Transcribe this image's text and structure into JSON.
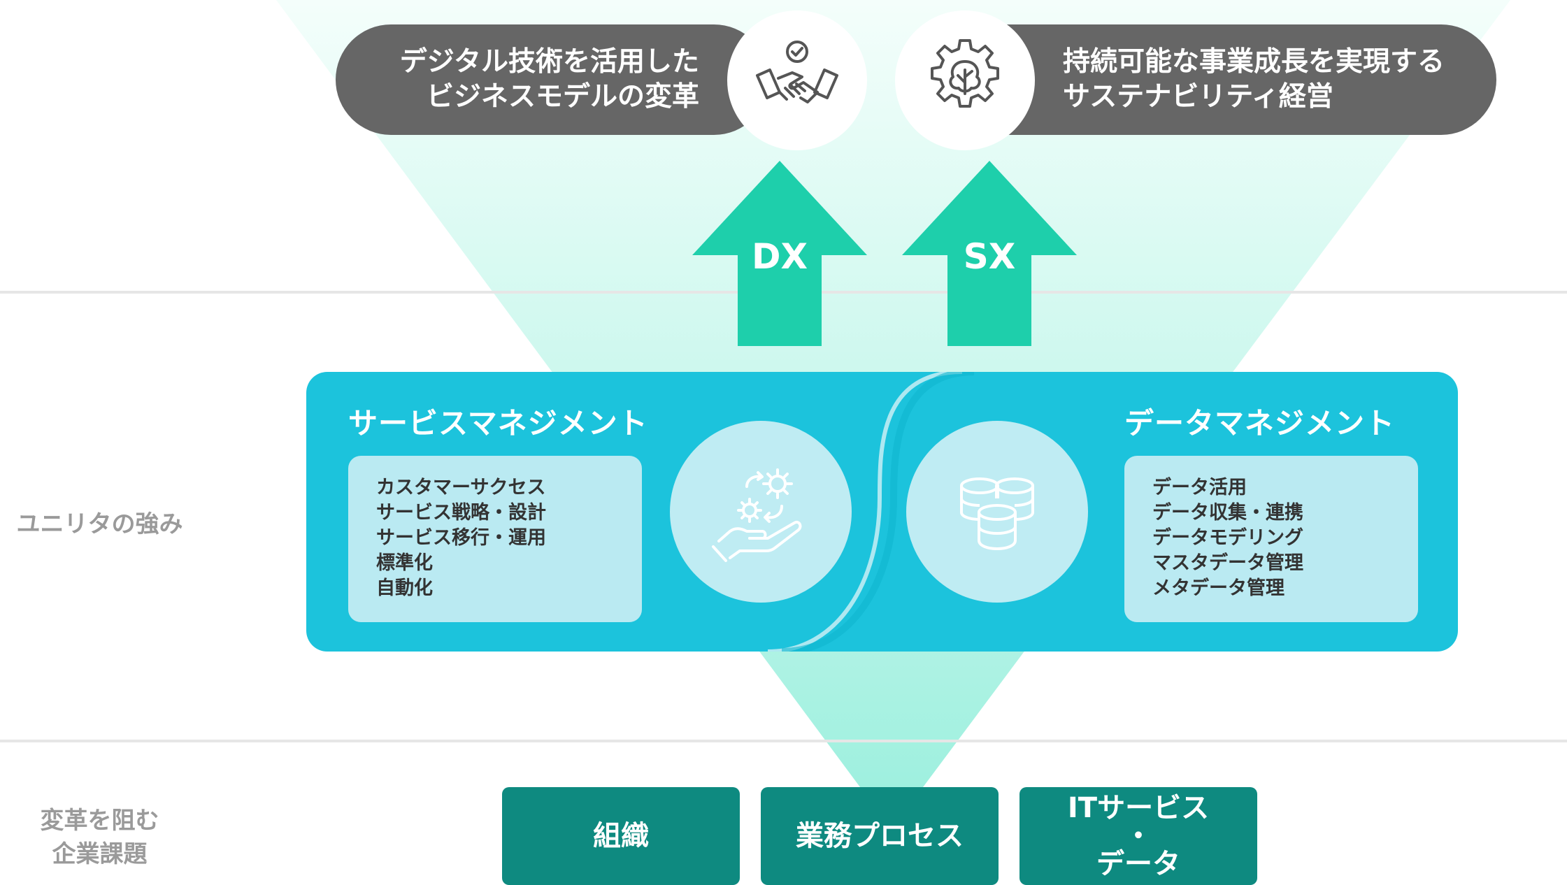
{
  "colors": {
    "funnel": "#d8fbf4",
    "pill": "#666666",
    "arrow": "#1ecfab",
    "panel": "#1cc3dc",
    "list_box": "#baeaf2",
    "issue_box": "#0e8a80",
    "row_label": "#9a9a9a"
  },
  "goals": {
    "left": {
      "line1": "デジタル技術を活用した",
      "line2": "ビジネスモデルの変革",
      "icon": "handshake-check-icon"
    },
    "right": {
      "line1": "持続可能な事業成長を実現する",
      "line2": "サステナビリティ経営",
      "icon": "gear-tree-icon"
    }
  },
  "arrows": {
    "dx": "DX",
    "sx": "SX"
  },
  "rows": {
    "strength_label": "ユニリタの強み",
    "issues_label_line1": "変革を阻む",
    "issues_label_line2": "企業課題"
  },
  "service": {
    "title": "サービスマネジメント",
    "icon": "hand-gears-icon",
    "items": [
      "カスタマーサクセス",
      "サービス戦略・設計",
      "サービス移行・運用",
      "標準化",
      "自動化"
    ]
  },
  "data_mgmt": {
    "title": "データマネジメント",
    "icon": "database-stack-icon",
    "items": [
      "データ活用",
      "データ収集・連携",
      "データモデリング",
      "マスタデータ管理",
      "メタデータ管理"
    ]
  },
  "issues": {
    "org": "組織",
    "process": "業務プロセス",
    "it_line1": "ITサービス",
    "it_line2": "・",
    "it_line3": "データ"
  }
}
